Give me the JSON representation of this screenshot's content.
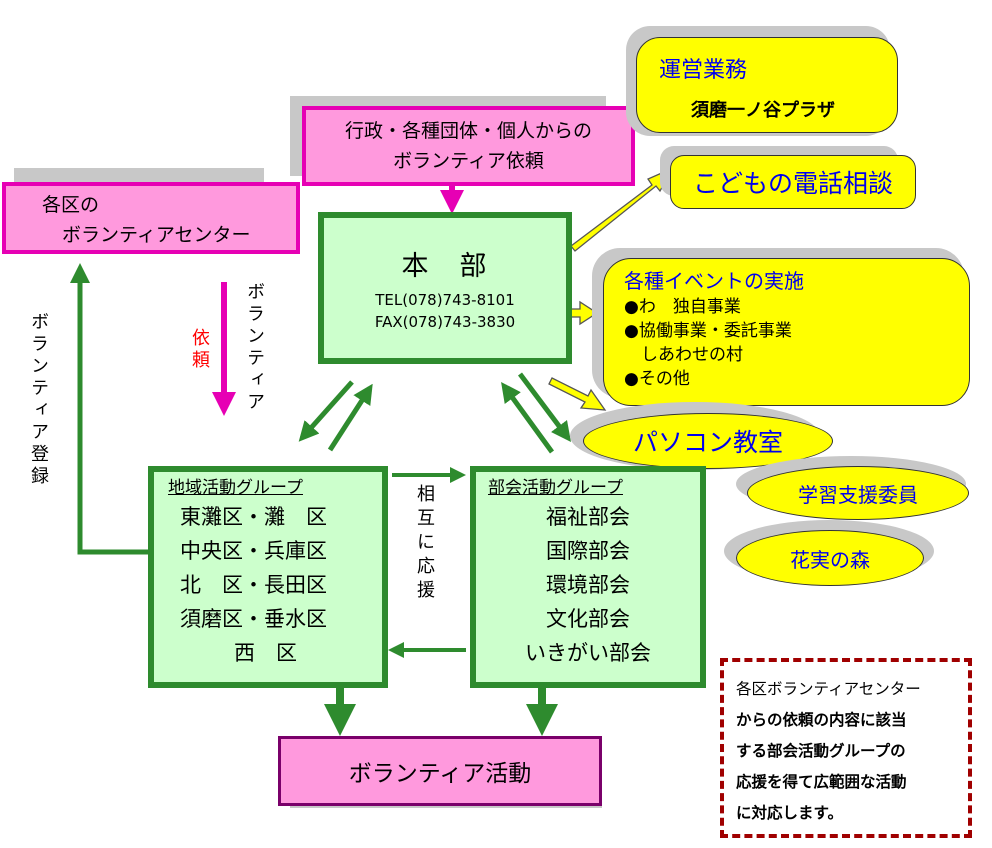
{
  "colors": {
    "pink_fill": "#ff99dd",
    "pink_border": "#e600b4",
    "green_fill": "#ccffcc",
    "green_border": "#2e8b2e",
    "yellow": "#ffff00",
    "blue_text": "#0000ee",
    "red_text": "#ff0000",
    "dashed_border": "#a00000",
    "shadow": "#c8c8c8"
  },
  "request_box": {
    "line1": "行政・各種団体・個人からの",
    "line2": "ボランティア依頼"
  },
  "ward_center_box": {
    "line1": "各区の",
    "line2": "ボランティアセンター"
  },
  "headquarters": {
    "title": "本　部",
    "tel": "TEL(078)743-8101",
    "fax": "FAX(078)743-3830"
  },
  "operations": {
    "title": "運営業務",
    "subtitle": "須磨一ノ谷プラザ"
  },
  "child_phone": "こどもの電話相談",
  "events": {
    "title": "各種イベントの実施",
    "items": [
      "●わ　独自事業",
      "●協働事業・委託事業",
      "　しあわせの村",
      "●その他"
    ]
  },
  "pc_class": "パソコン教室",
  "study_support": "学習支援委員",
  "flower_forest": "花実の森",
  "request_label": {
    "red": "依頼",
    "black": "ボランティア"
  },
  "registration_label": "ボランティア登録",
  "mutual_support_label": "相互に応援",
  "regional_group": {
    "title": "地域活動グループ",
    "rows": [
      "東灘区・灘　区",
      "中央区・兵庫区",
      "北　区・長田区",
      "須磨区・垂水区",
      "西　区"
    ]
  },
  "section_group": {
    "title": "部会活動グループ",
    "rows": [
      "福祉部会",
      "国際部会",
      "環境部会",
      "文化部会",
      "いきがい部会"
    ]
  },
  "volunteer_activity": "ボランティア活動",
  "note": {
    "lines": [
      "各区ボランティアセンター",
      "からの依頼の内容に該当",
      "する部会活動グループの",
      "応援を得て広範囲な活動",
      "に対応します。"
    ]
  }
}
